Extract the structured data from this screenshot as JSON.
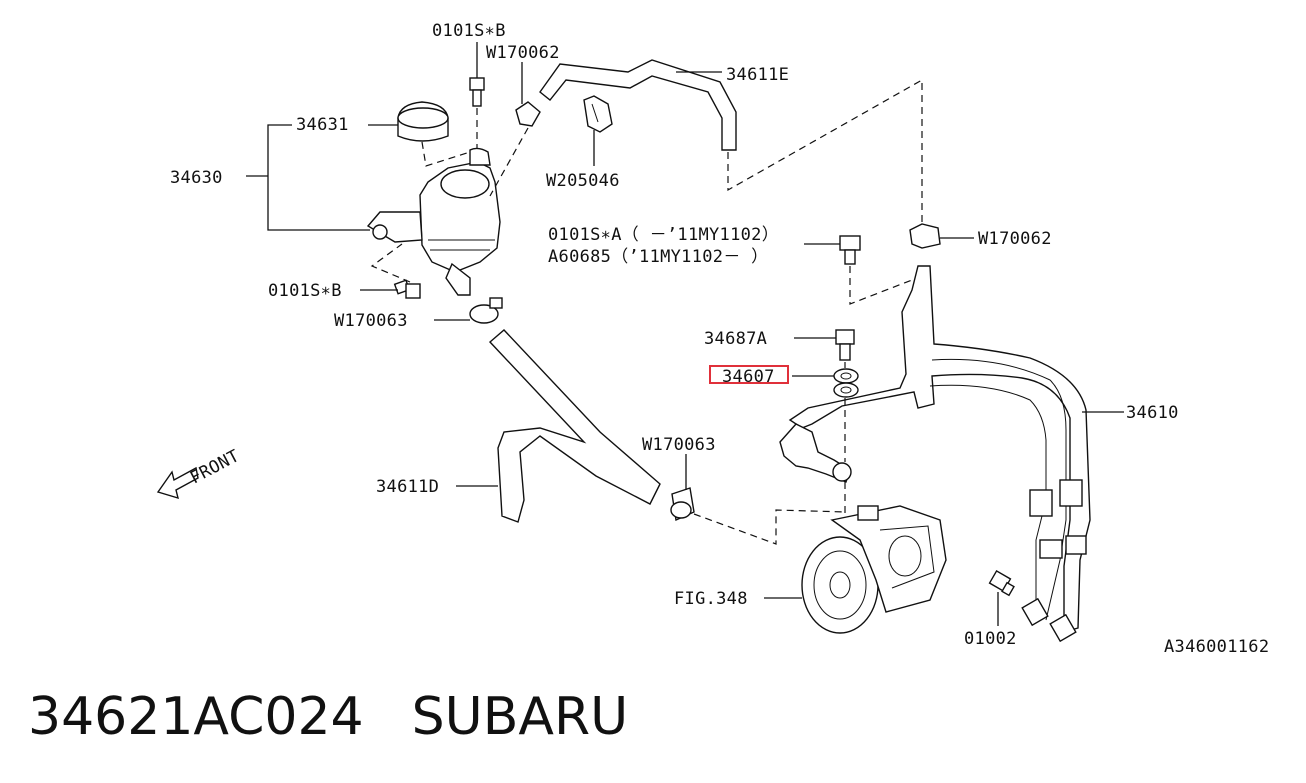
{
  "labels": {
    "bolt_b_top": "0101S∗B",
    "clip_top": "W170062",
    "hose_e": "34611E",
    "cap": "34631",
    "tank_assy": "34630",
    "clip_w205046": "W205046",
    "bolt_a": "0101S∗A（ －’11MY1102）",
    "bolt_a60685": "A60685（’11MY1102－ ）",
    "clip_right": "W170062",
    "bolt_b_left": "0101S∗B",
    "clip_w170063_left": "W170063",
    "bolt_34687a": "34687A",
    "washer_34607": "34607",
    "pipe_34610": "34610",
    "clip_w170063_mid": "W170063",
    "hose_d": "34611D",
    "front": "FRONT",
    "pump_ref": "FIG.348",
    "bolt_01002": "01002",
    "diagram_code": "A346001162"
  },
  "highlight": {
    "label": "washer_34607",
    "color": "#e0303a"
  },
  "footer": {
    "part_number": "34621AC024",
    "brand": "SUBARU"
  }
}
